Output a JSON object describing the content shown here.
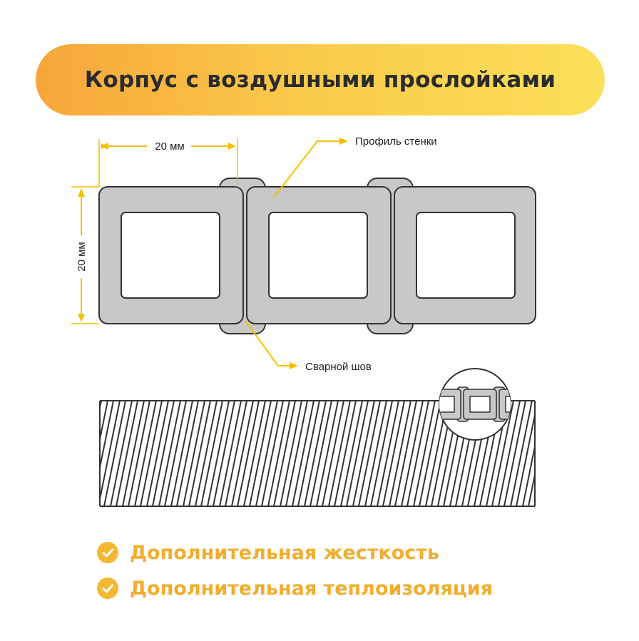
{
  "title": "Корпус с воздушными прослойками",
  "labels": {
    "width": "20 мм",
    "height": "20 мм",
    "wall_profile": "Профиль стенки",
    "weld_seam": "Сварной шов"
  },
  "benefits": [
    {
      "text": "Дополнительная жесткость",
      "icon": "check-circle-icon"
    },
    {
      "text": "Дополнительная теплоизоляция",
      "icon": "check-circle-icon"
    }
  ],
  "colors": {
    "accent": "#f5b731",
    "accent_text": "#f3ad2e",
    "profile_fill": "#c8c8c8",
    "outline": "#333333"
  }
}
